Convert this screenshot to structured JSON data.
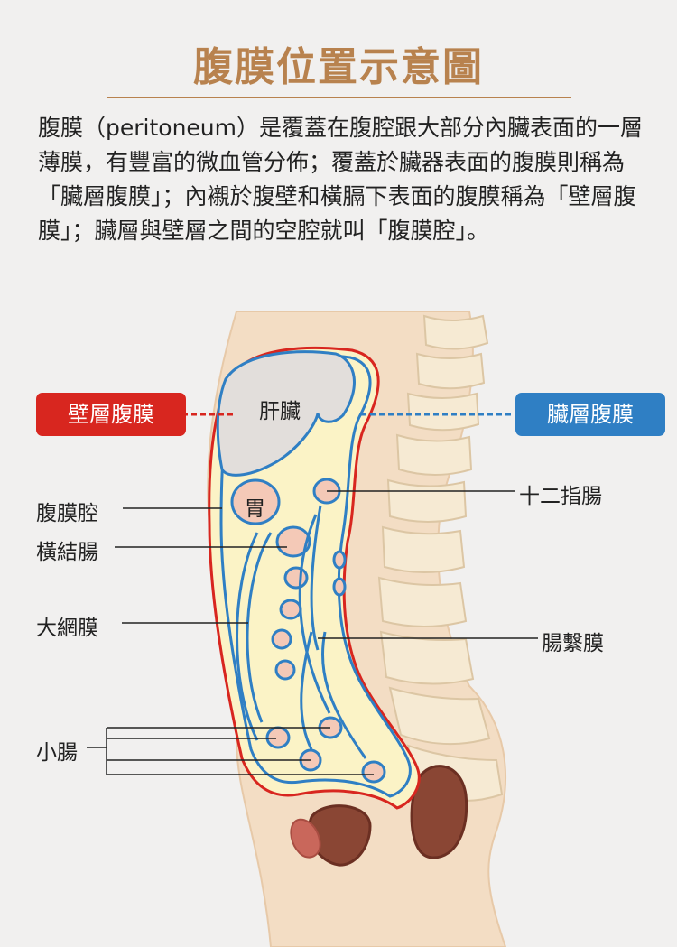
{
  "title": "腹膜位置示意圖",
  "intro": "腹膜（peritoneum）是覆蓋在腹腔跟大部分內臟表面的一層薄膜，有豐富的微血管分佈；覆蓋於臟器表面的腹膜則稱為「臟層腹膜」；內襯於腹壁和橫膈下表面的腹膜稱為「壁層腹膜」；臟層與壁層之間的空腔就叫「腹膜腔」。",
  "tags": {
    "parietal": "壁層腹膜",
    "visceral": "臟層腹膜"
  },
  "labels": {
    "liver": "肝臟",
    "stomach": "胃",
    "peritoneal_cavity": "腹膜腔",
    "transverse_colon": "橫結腸",
    "greater_omentum": "大網膜",
    "small_intestine": "小腸",
    "duodenum": "十二指腸",
    "mesentery": "腸繫膜"
  },
  "colors": {
    "title": "#b8824e",
    "parietal": "#d8261f",
    "visceral": "#2f7fc4",
    "cavity": "#fbf3c6",
    "skin": "#f3ddc4"
  }
}
